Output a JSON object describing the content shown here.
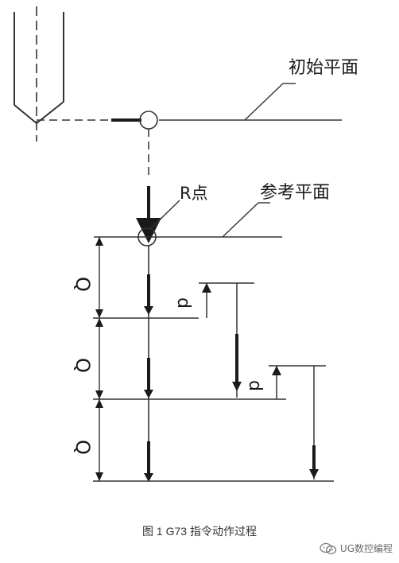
{
  "diagram": {
    "labels": {
      "initial_plane": "初始平面",
      "r_point": "R点",
      "reference_plane": "参考平面",
      "q1": "Q",
      "q2": "Q",
      "q3": "Q",
      "d1": "d",
      "d2": "d"
    }
  },
  "caption": {
    "text": "图 1 G73 指令动作过程"
  },
  "watermark": {
    "icon": "wechat-icon",
    "text": "UG数控编程"
  }
}
